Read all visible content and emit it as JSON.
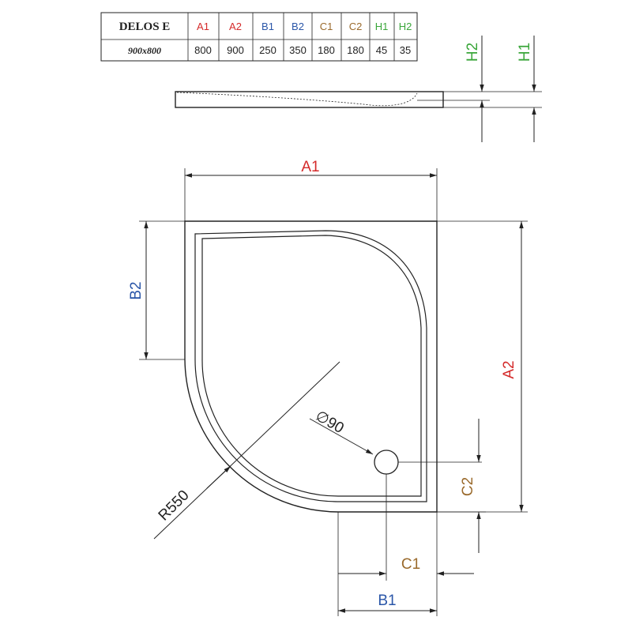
{
  "colors": {
    "a": "#d42a2a",
    "b": "#2a56a8",
    "c": "#9a6a2c",
    "h": "#3aa63a",
    "ink": "#222222"
  },
  "table": {
    "model": "DELOS E",
    "size": "900x800",
    "headers": [
      "A1",
      "A2",
      "B1",
      "B2",
      "C1",
      "C2",
      "H1",
      "H2"
    ],
    "values": [
      "800",
      "900",
      "250",
      "350",
      "180",
      "180",
      "45",
      "35"
    ]
  },
  "labels": {
    "a1": "A1",
    "a2": "A2",
    "b1": "B1",
    "b2": "B2",
    "c1": "C1",
    "c2": "C2",
    "h1": "H1",
    "h2": "H2",
    "radius": "R550",
    "drain": "∅90"
  }
}
